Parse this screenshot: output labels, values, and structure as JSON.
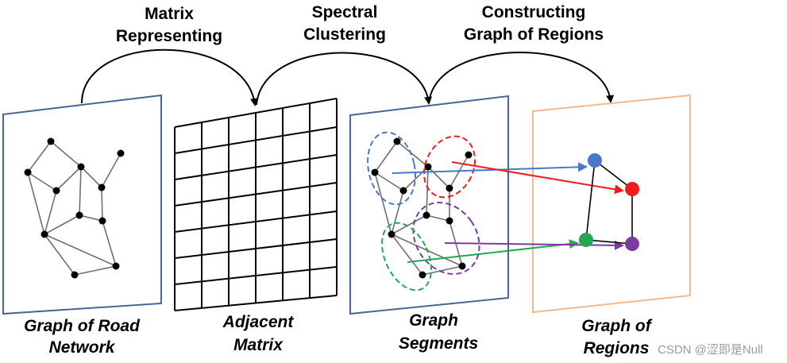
{
  "steps": [
    {
      "line1": "Matrix",
      "line2": "Representing"
    },
    {
      "line1": "Spectral",
      "line2": "Clustering"
    },
    {
      "line1": "Constructing",
      "line2": "Graph of Regions"
    }
  ],
  "panels": [
    {
      "line1": "Graph of Road",
      "line2": "Network"
    },
    {
      "line1": "Adjacent",
      "line2": "Matrix"
    },
    {
      "line1": "Graph",
      "line2": "Segments"
    },
    {
      "line1": "Graph of",
      "line2": "Regions"
    }
  ],
  "watermark": "CSDN @涩即是Null",
  "colors": {
    "panel_blue": "#4a6496",
    "panel_orange": "#f5b88c",
    "cluster_blue": "#4a78c8",
    "cluster_red": "#ee1c1c",
    "cluster_green": "#22a850",
    "cluster_purple": "#7a3aa0",
    "edge_gray": "#707070",
    "node": "#000000"
  }
}
